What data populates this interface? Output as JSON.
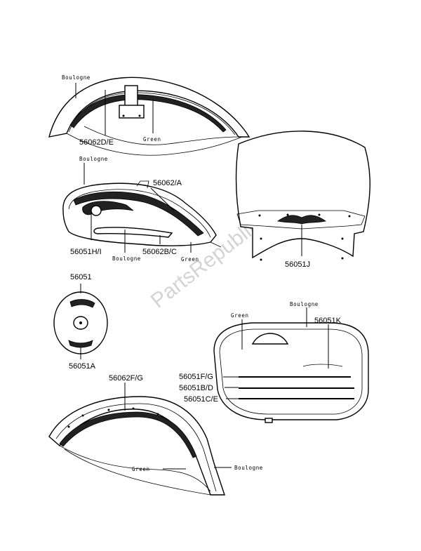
{
  "watermark": "PartsRepublik",
  "labels": {
    "front_fender_boulogne": "Boulogne",
    "front_fender_part": "56062D/E",
    "front_fender_green": "Green",
    "tank_boulogne_top": "Boulogne",
    "tank_part_top": "56062/A",
    "tank_part_left": "56051H/I",
    "tank_boulogne_bottom": "Boulogne",
    "tank_part_bottom": "56062B/C",
    "tank_green": "Green",
    "windshield_part": "56051J",
    "cover_part_top": "56051",
    "cover_part_bottom": "56051A",
    "bag_green": "Green",
    "bag_boulogne": "Boulogne",
    "bag_part_k": "56051K",
    "bag_part_fg": "56051F/G",
    "bag_part_bd": "56051B/D",
    "bag_part_ce": "56051C/E",
    "rear_fender_part": "56062F/G",
    "rear_fender_green": "Green",
    "rear_fender_boulogne": "Boulogne"
  }
}
